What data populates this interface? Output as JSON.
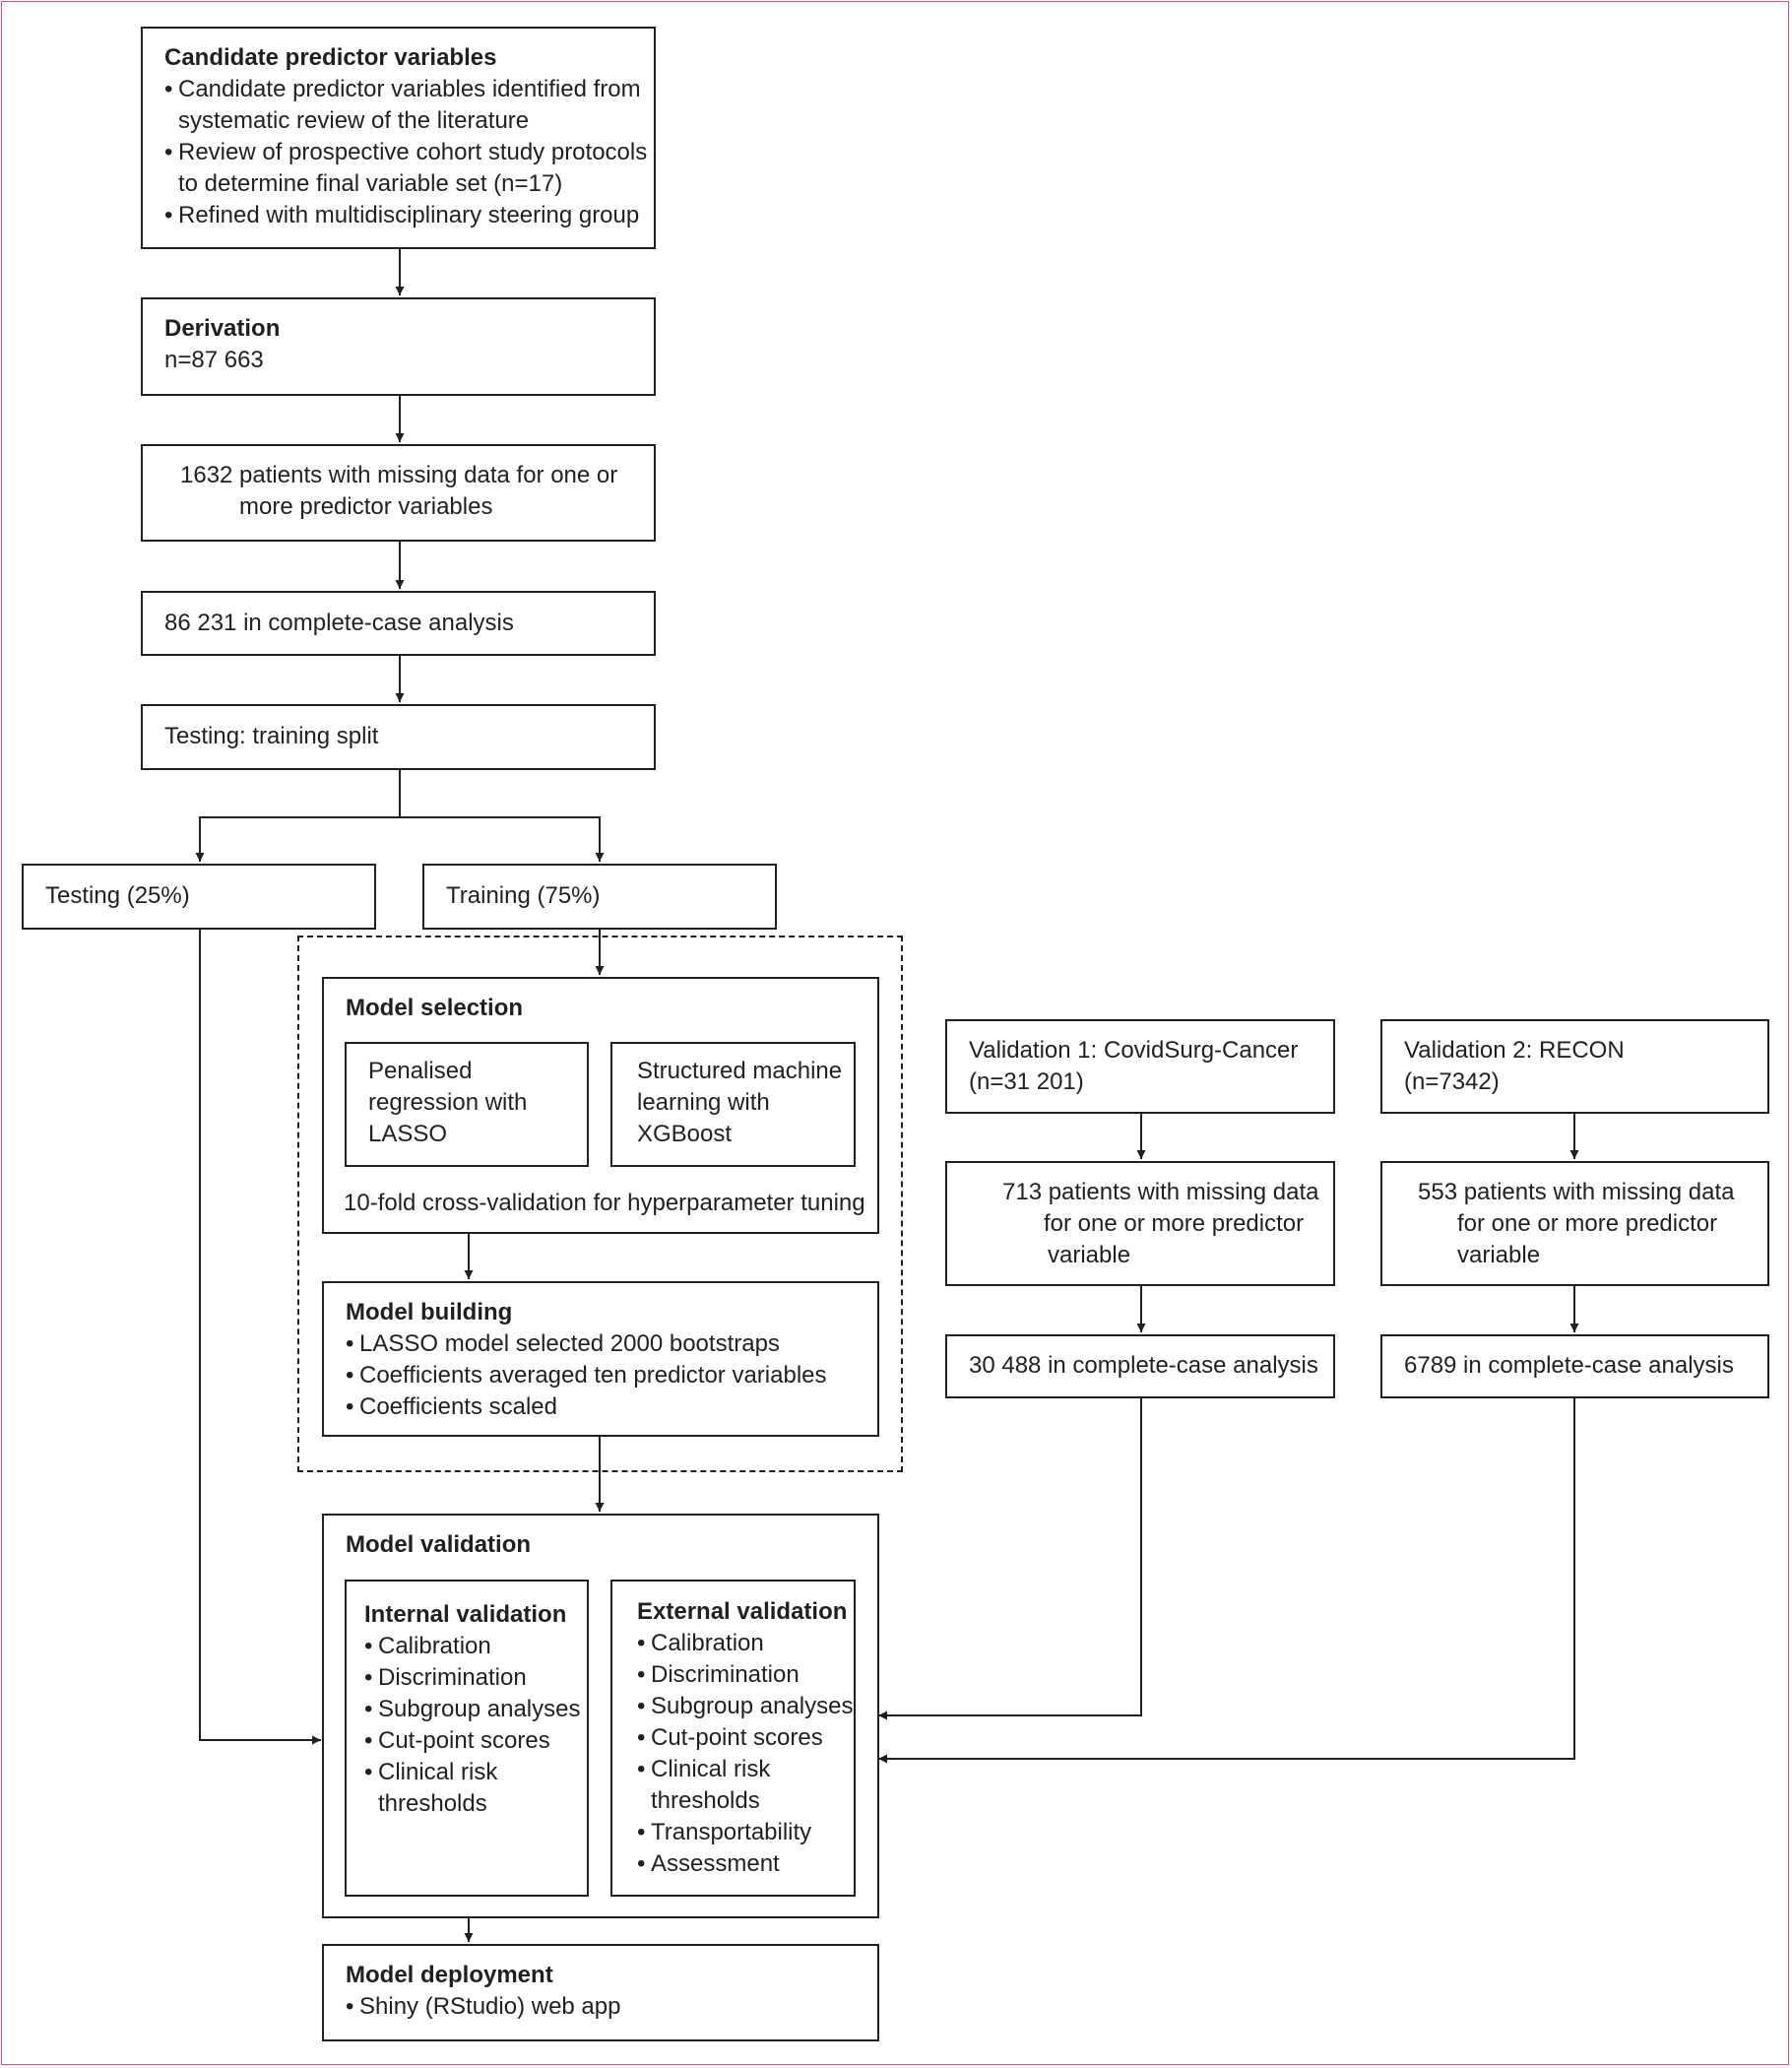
{
  "candidate": {
    "title": "Candidate predictor variables",
    "b1a": "Candidate predictor variables identified from",
    "b1b": "systematic review of the literature",
    "b2a": "Review of prospective cohort study protocols",
    "b2b": "to determine final variable set (n=17)",
    "b3": "Refined with multidisciplinary steering group"
  },
  "derivation": {
    "title": "Derivation",
    "n": "n=87 663"
  },
  "missing_derivation": {
    "line1": "1632 patients with missing data for one or",
    "line2": "more predictor variables"
  },
  "complete_derivation": {
    "text": "86 231 in complete-case analysis"
  },
  "split": {
    "text": "Testing: training split"
  },
  "testing": {
    "text": "Testing (25%)"
  },
  "training": {
    "text": "Training (75%)"
  },
  "model_selection": {
    "title": "Model selection",
    "lasso": [
      "Penalised",
      "regression with",
      "LASSO"
    ],
    "xgb": [
      "Structured machine",
      "learning with",
      "XGBoost"
    ],
    "cv": "10-fold cross-validation for hyperparameter tuning"
  },
  "model_building": {
    "title": "Model building",
    "b1": "LASSO model selected 2000 bootstraps",
    "b2": "Coefficients averaged ten predictor variables",
    "b3": "Coefficients scaled"
  },
  "val1": {
    "title_l1": "Validation 1: CovidSurg-Cancer",
    "title_l2": "(n=31 201)",
    "missing_l1": "713 patients with missing data",
    "missing_l2": "for one or more predictor",
    "missing_l3": "variable",
    "complete": "30 488 in complete-case analysis"
  },
  "val2": {
    "title_l1": "Validation 2: RECON",
    "title_l2": "(n=7342)",
    "missing_l1": "553 patients with missing data",
    "missing_l2": "for one or more predictor",
    "missing_l3": "variable",
    "complete": "6789 in complete-case analysis"
  },
  "model_validation": {
    "title": "Model validation",
    "internal": {
      "title": "Internal validation",
      "items": [
        "Calibration",
        "Discrimination",
        "Subgroup analyses",
        "Cut-point scores",
        "Clinical risk"
      ],
      "cont": "thresholds"
    },
    "external": {
      "title": "External validation",
      "items": [
        "Calibration",
        "Discrimination",
        "Subgroup analyses",
        "Cut-point scores",
        "Clinical risk"
      ],
      "cont": "thresholds",
      "items2": [
        "Transportability",
        "Assessment"
      ]
    }
  },
  "deployment": {
    "title": "Model deployment",
    "b1": "Shiny (RStudio) web app"
  }
}
